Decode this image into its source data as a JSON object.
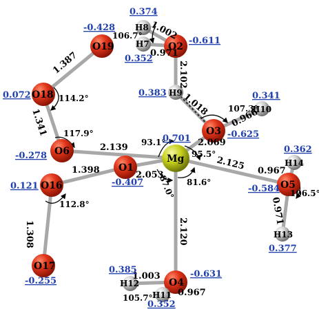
{
  "colors": {
    "oxygen": "#d42a10",
    "hydrogen": "#c8c8c8",
    "magnesium": "#c9d21a",
    "bond": "#a8a8a8",
    "charge_text": "#1f3fae"
  },
  "atoms": {
    "mg": "Mg",
    "o1": "O1",
    "o2": "O2",
    "o3": "O3",
    "o4": "O4",
    "o5": "O5",
    "o6": "O6",
    "o16": "O16",
    "o17": "O17",
    "o18": "O18",
    "o19": "O19",
    "h7": "H7",
    "h8": "H8",
    "h9": "H9",
    "h10": "H10",
    "h11": "H11",
    "h12": "H12",
    "h13": "H13",
    "h14": "H14"
  },
  "charges": {
    "mg": "0.701",
    "o1": "-0.407",
    "o2": "-0.611",
    "o3": "-0.625",
    "o4": "-0.631",
    "o5": "-0.584",
    "o6": "-0.278",
    "o16": "0.121",
    "o17": "-0.255",
    "o18": "0.072",
    "o19": "-0.428",
    "h7": "0.352",
    "h8": "0.374",
    "h9": "0.383",
    "h10": "0.341",
    "h11": "0.352",
    "h12": "0.385",
    "h13": "0.377",
    "h14": "0.362"
  },
  "bond_lengths": {
    "o19_o18": "1.387",
    "o18_o6": "1.341",
    "o6_mg": "2.139",
    "o16_o1": "1.398",
    "o16_o17": "1.308",
    "o1_mg": "2.053",
    "o2_h9": "2.102",
    "o2_h8": "1.002",
    "o2_h7": "0.971",
    "h9_o3": "1.018",
    "o3_mg": "2.069",
    "o3_h10": "0.966",
    "mg_o5": "2.125",
    "o5_h14": "0.967",
    "o5_h13": "0.971",
    "mg_o4": "2.120",
    "o4_h12": "1.003",
    "o4_h11": "0.967"
  },
  "angles": {
    "o2_h8_h7": "106.7°",
    "o18": "114.2°",
    "o6": "117.9°",
    "o16": "112.8°",
    "o3": "107.3°",
    "mg_top": "93.1°",
    "mg_o3": "95.5°",
    "mg_o1": "87.0°",
    "mg_bottom": "81.6°",
    "o5": "106.5°",
    "o4": "105.7°"
  }
}
